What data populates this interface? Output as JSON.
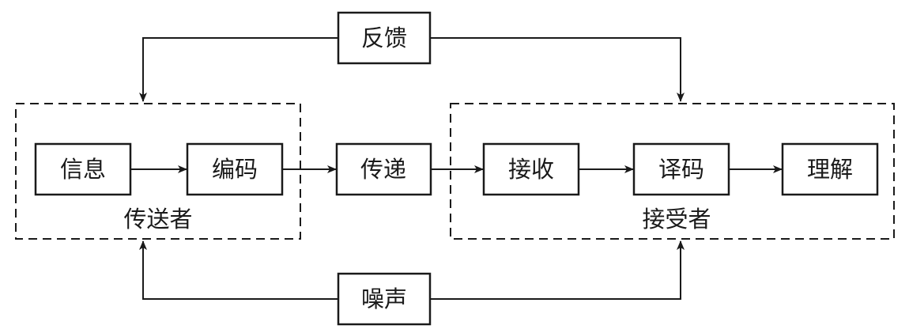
{
  "nodes": {
    "feedback": "反馈",
    "noise": "噪声",
    "information": "信息",
    "encoding": "编码",
    "transmission": "传递",
    "reception": "接收",
    "decoding": "译码",
    "understanding": "理解"
  },
  "groups": {
    "sender": "传送者",
    "receiver": "接受者"
  }
}
